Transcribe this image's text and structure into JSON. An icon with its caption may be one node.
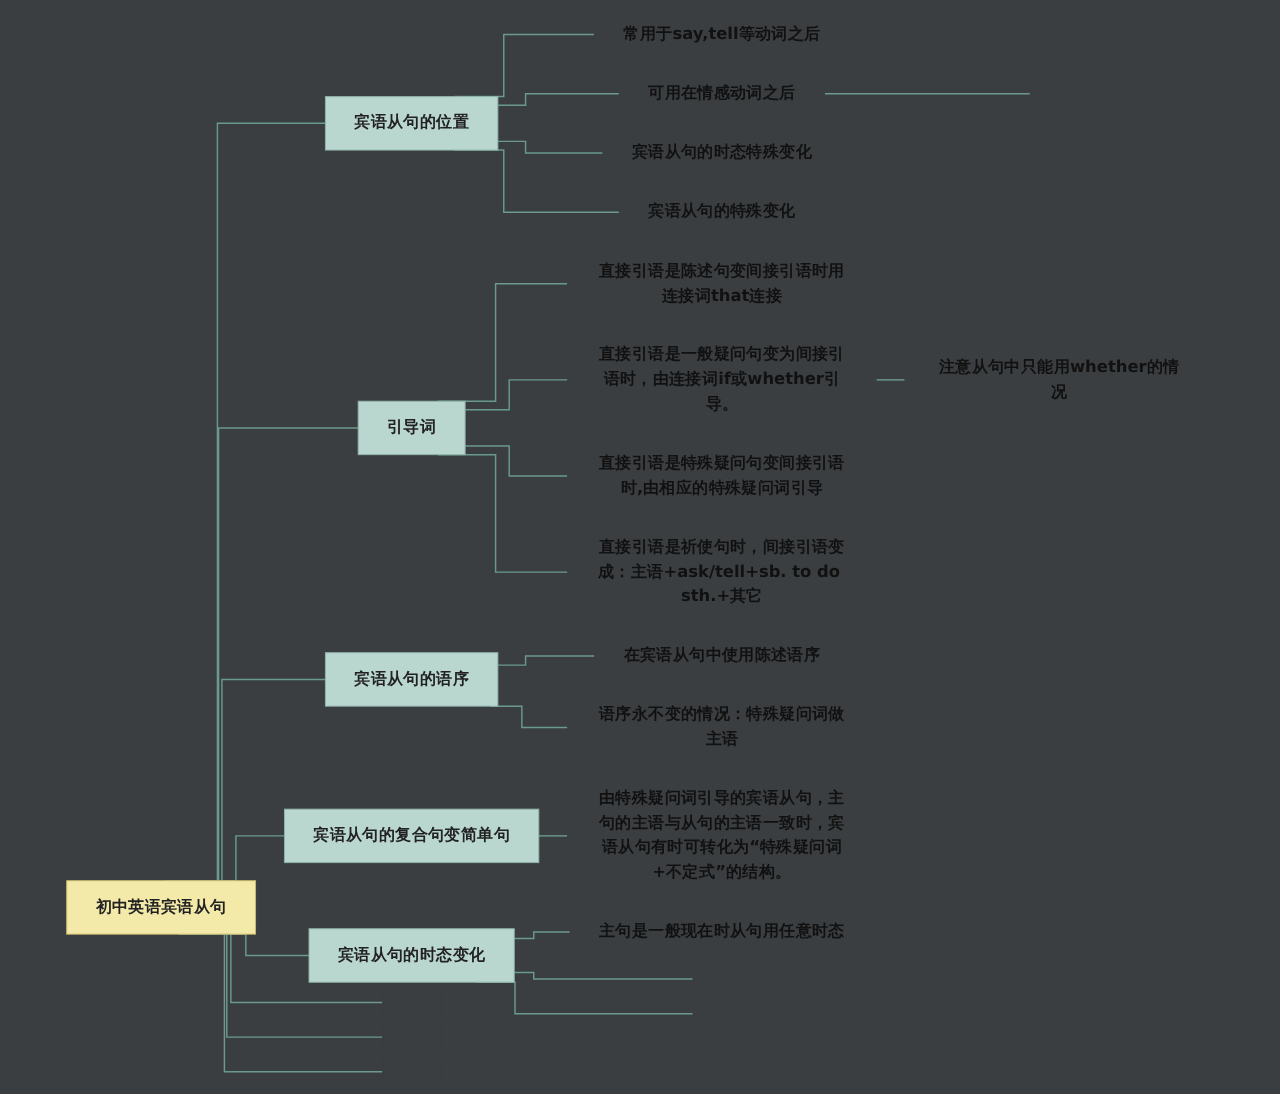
{
  "diagram": {
    "nodes": [
      {
        "text": [
          "初中英语宾语从句"
        ]
      },
      {
        "text": [
          "宾语从句的位置"
        ]
      },
      {
        "text": [
          "常用于say,tell等动词之后"
        ]
      },
      {
        "text": [
          "可用在情感动词之后"
        ]
      },
      {
        "text": [
          "宾语从句的时态特殊变化"
        ]
      },
      {
        "text": [
          "宾语从句的特殊变化"
        ]
      },
      {
        "text": [],
        "shape": "line"
      },
      {
        "text": [
          "引导词"
        ]
      },
      {
        "text": [
          "直接引语是陈述句变间接引语时用连接词that连接"
        ]
      },
      {
        "text": [
          "直接引语是一般疑问句变为间接引语时，由连接词if或whether引导。"
        ]
      },
      {
        "text": [
          "注意从句中只能用whether的情况"
        ]
      },
      {
        "text": [
          "直接引语是特殊疑问句变间接引语时,由相应的特殊疑问词引导"
        ]
      },
      {
        "text": [
          "直接引语是祈使句时，间接引语变成：主语+ask/tell+sb. to do sth.+其它"
        ]
      },
      {
        "text": [
          "宾语从句的语序"
        ]
      },
      {
        "text": [
          "在宾语从句中使用陈述语序"
        ]
      },
      {
        "text": [
          "语序永不变的情况：特殊疑问词做主语"
        ]
      },
      {
        "text": [
          "宾语从句的复合句变简单句"
        ]
      },
      {
        "text": [
          "由特殊疑问词引导的宾语从句，主句的主语与从句的主语一致时，宾语从句有时可转化为“特殊疑问词+不定式”的结构。"
        ]
      },
      {
        "text": [
          "宾语从句的时态变化"
        ]
      },
      {
        "text": [
          "主句是一般现在时从句用任意时态"
        ]
      },
      {
        "text": [],
        "shape": "line"
      },
      {
        "text": [],
        "shape": "line"
      },
      {
        "text": [],
        "shape": "line"
      },
      {
        "text": [],
        "shape": "line"
      },
      {
        "text": [],
        "shape": "line"
      }
    ],
    "edges": [
      {
        "from": 0,
        "to": 1,
        "arrow": "none"
      },
      {
        "from": 1,
        "to": 2,
        "arrow": "none"
      },
      {
        "from": 1,
        "to": 3,
        "arrow": "none"
      },
      {
        "from": 3,
        "to": 6,
        "arrow": "none"
      },
      {
        "from": 1,
        "to": 4,
        "arrow": "none"
      },
      {
        "from": 1,
        "to": 5,
        "arrow": "none"
      },
      {
        "from": 0,
        "to": 7,
        "arrow": "none"
      },
      {
        "from": 7,
        "to": 8,
        "arrow": "none"
      },
      {
        "from": 7,
        "to": 9,
        "arrow": "none"
      },
      {
        "from": 9,
        "to": 10,
        "arrow": "none"
      },
      {
        "from": 7,
        "to": 11,
        "arrow": "none"
      },
      {
        "from": 7,
        "to": 12,
        "arrow": "none"
      },
      {
        "from": 0,
        "to": 13,
        "arrow": "none"
      },
      {
        "from": 13,
        "to": 14,
        "arrow": "none"
      },
      {
        "from": 13,
        "to": 15,
        "arrow": "none"
      },
      {
        "from": 0,
        "to": 16,
        "arrow": "none"
      },
      {
        "from": 16,
        "to": 17,
        "arrow": "none"
      },
      {
        "from": 0,
        "to": 18,
        "arrow": "none"
      },
      {
        "from": 18,
        "to": 19,
        "arrow": "none"
      },
      {
        "from": 18,
        "to": 20,
        "arrow": "none"
      },
      {
        "from": 18,
        "to": 21,
        "arrow": "none"
      },
      {
        "from": 0,
        "to": 22,
        "arrow": "none"
      },
      {
        "from": 0,
        "to": 23,
        "arrow": "none"
      },
      {
        "from": 0,
        "to": 24,
        "arrow": "none"
      }
    ]
  }
}
